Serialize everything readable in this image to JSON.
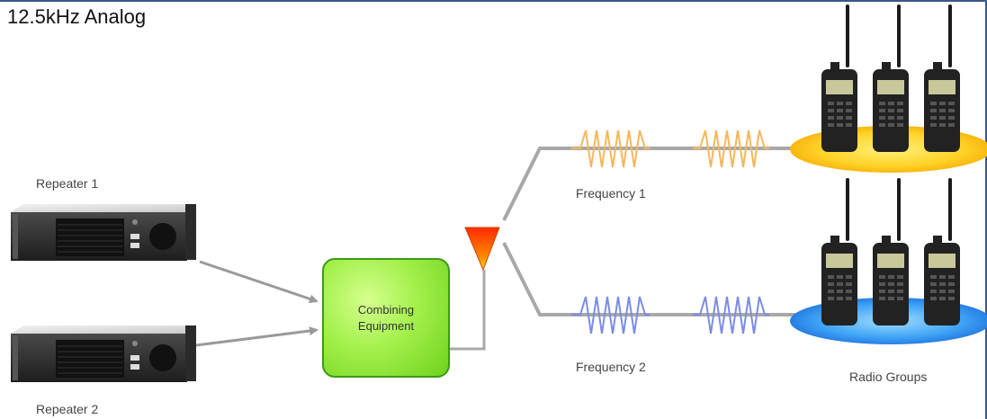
{
  "title": "12.5kHz Analog",
  "repeaters": [
    {
      "label": "Repeater 1"
    },
    {
      "label": "Repeater 2"
    }
  ],
  "combiner": {
    "label": "Combining\nEquipment"
  },
  "frequencies": [
    {
      "label": "Frequency 1",
      "color": "#f5b75a"
    },
    {
      "label": "Frequency 2",
      "color": "#7b8ce6"
    }
  ],
  "radio_groups": {
    "label": "Radio Groups",
    "group_colors": [
      "#ffc21a",
      "#2f8ff0"
    ]
  },
  "colors": {
    "arrow": "#9a9a9a",
    "line": "#a8a8a8",
    "antenna_top": "#ff2a00",
    "antenna_bottom": "#ffd21a",
    "combiner_fill": "#a3f04c"
  }
}
